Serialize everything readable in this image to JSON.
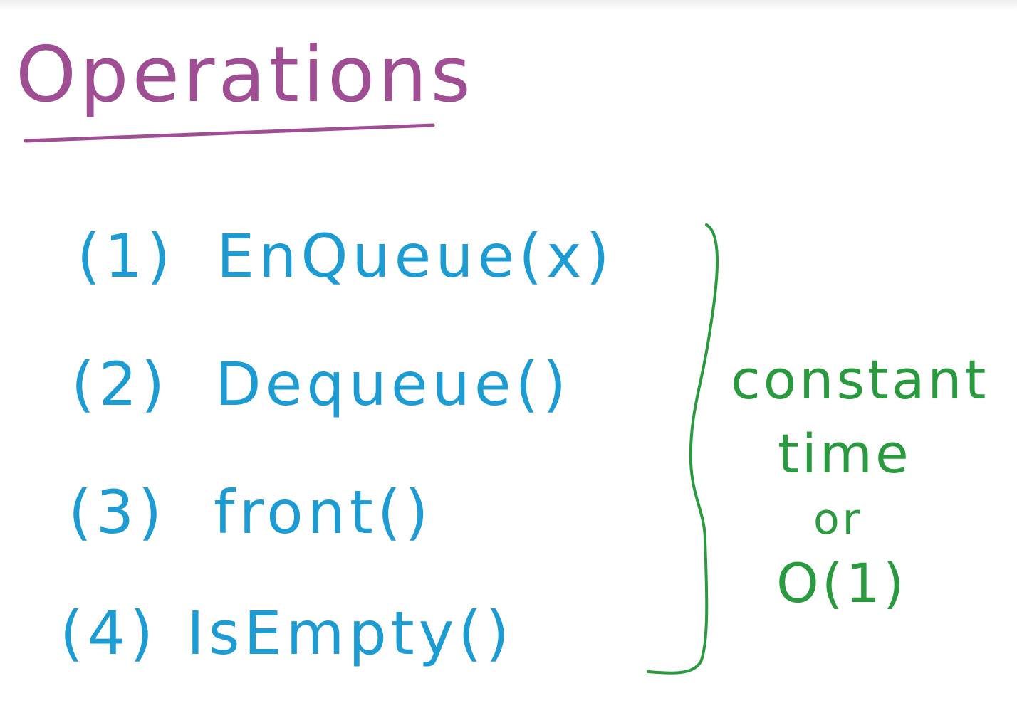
{
  "title": "Operations",
  "operations": [
    {
      "number": "(1)",
      "name": "EnQueue(x)"
    },
    {
      "number": "(2)",
      "name": "Dequeue()"
    },
    {
      "number": "(3)",
      "name": "front()"
    },
    {
      "number": "(4)",
      "name": "IsEmpty()"
    }
  ],
  "complexity_note": {
    "line1": "constant",
    "line2": "time",
    "line3": "or",
    "line4": "O(1)"
  },
  "colors": {
    "title": "#a04e93",
    "operations": "#1d9bd3",
    "note": "#2a9a3e"
  }
}
